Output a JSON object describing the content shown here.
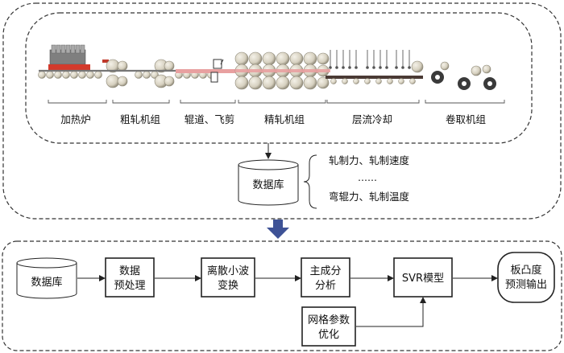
{
  "mill": {
    "stages": [
      "加热炉",
      "粗轧机组",
      "辊道、飞剪",
      "精轧机组",
      "层流冷却",
      "卷取机组"
    ]
  },
  "database": {
    "label": "数据库",
    "items": [
      "轧制力、轧制速度",
      "……",
      "弯辊力、轧制温度"
    ]
  },
  "pipeline": {
    "db_label": "数据库",
    "step1": [
      "数据",
      "预处理"
    ],
    "step2": [
      "离散小波",
      "变换"
    ],
    "step3": [
      "主成分",
      "分析"
    ],
    "step4": "SVR模型",
    "output": [
      "板凸度",
      "预测输出"
    ],
    "grid": [
      "网格参数",
      "优化"
    ]
  },
  "colors": {
    "roller": "#d8d3c4",
    "roller_dark": "#8b8676",
    "furnace": "#d33a2c",
    "strip_hot": "#e8a0a0",
    "arrow_big": "#3e5296",
    "line": "#222222"
  }
}
